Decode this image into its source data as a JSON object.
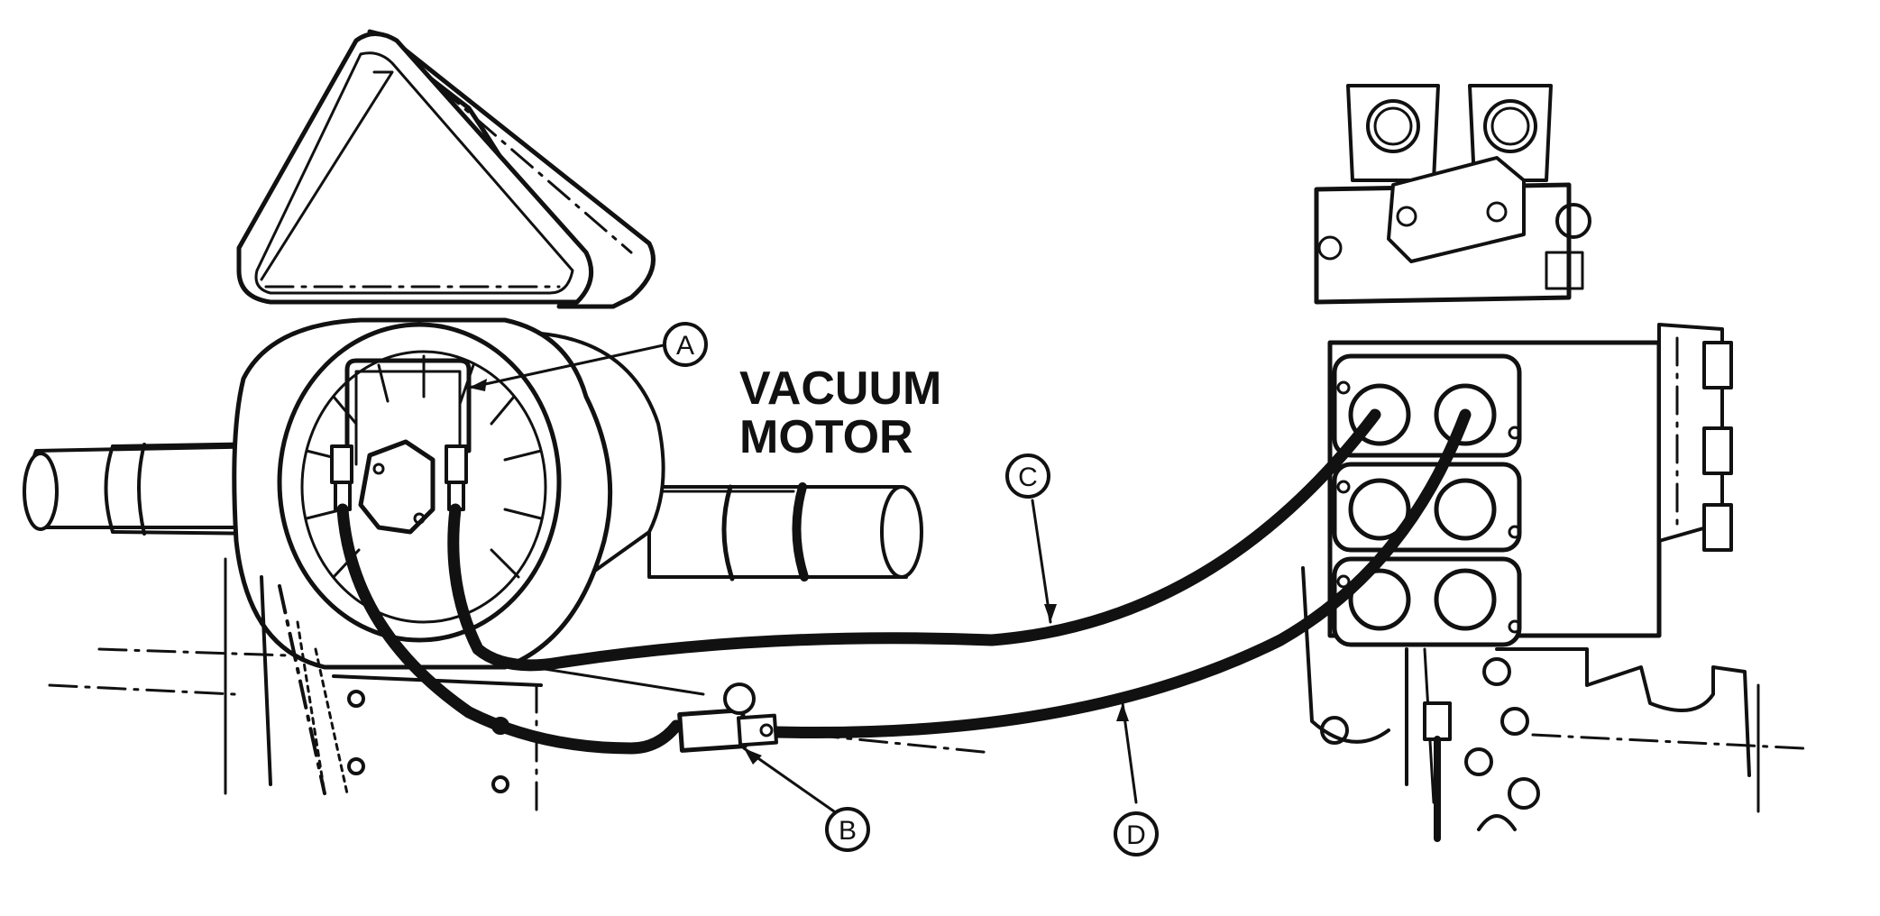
{
  "title": {
    "line1": "VACUUM",
    "line2": "MOTOR"
  },
  "callouts": {
    "a": "A",
    "b": "B",
    "c": "C",
    "d": "D"
  },
  "colors": {
    "ink": "#111111",
    "paper": "#ffffff"
  }
}
